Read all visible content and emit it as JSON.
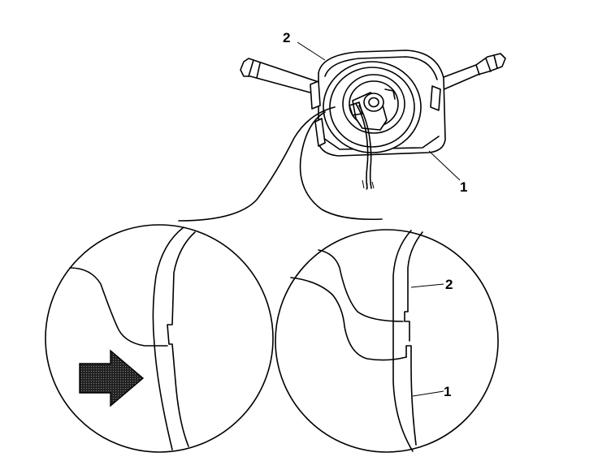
{
  "callouts": {
    "top_item_2": "2",
    "top_item_1": "1",
    "detail_item_2": "2",
    "detail_item_1": "1"
  },
  "indicator": {
    "arrow_icon": "right-arrow-icon",
    "arrow_color": "#1a1a1a"
  }
}
